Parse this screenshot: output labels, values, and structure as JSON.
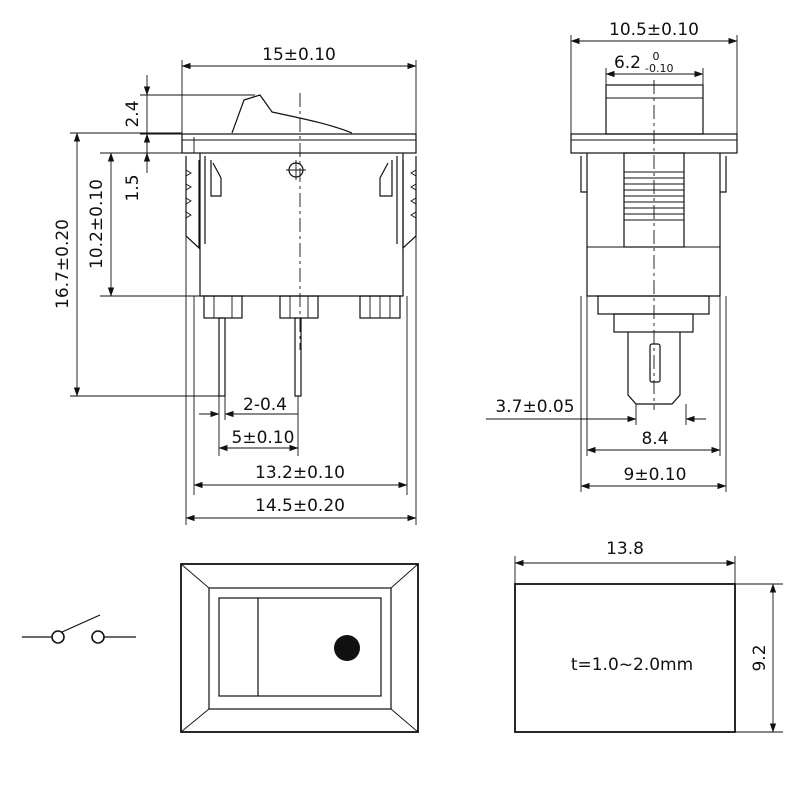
{
  "front_view": {
    "width": "15±0.10",
    "rocker_height": "2.4",
    "flange_thickness": "1.5",
    "body_height": "10.2±0.10",
    "total_height": "16.7±0.20",
    "terminal_thickness": "2-0.4",
    "terminal_pitch": "5±0.10",
    "body_width": "13.2±0.10",
    "clip_width": "14.5±0.20"
  },
  "side_view": {
    "width": "10.5±0.10",
    "rocker_width_main": "6.2",
    "rocker_tol_upper": "0",
    "rocker_tol_lower": "-0.10",
    "terminal_width": "3.7±0.05",
    "body_width": "8.4",
    "clip_width": "9±0.10"
  },
  "panel_cutout": {
    "width": "13.8",
    "height": "9.2",
    "thickness": "t=1.0~2.0mm"
  }
}
